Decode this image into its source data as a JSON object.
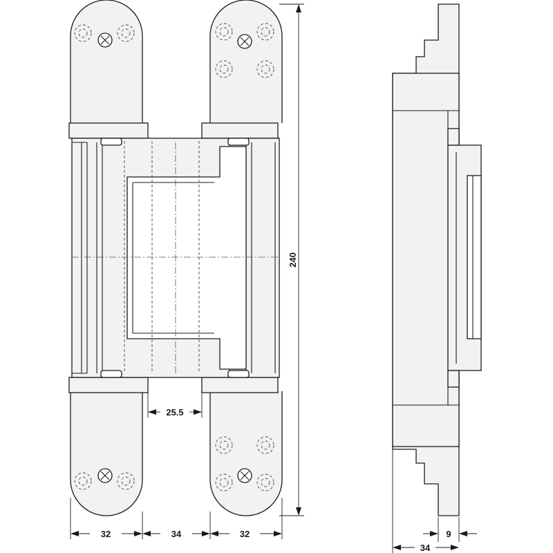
{
  "dimensions": {
    "total_height": "240",
    "leaf_spacing": "25.5",
    "left_leaf_width": "32",
    "center_body_width": "34",
    "right_leaf_width": "32",
    "side_offset": "9",
    "side_depth": "34"
  },
  "colors": {
    "stroke": "#1a1a1a",
    "body_fill": "#f2f2f2",
    "background": "#ffffff"
  }
}
